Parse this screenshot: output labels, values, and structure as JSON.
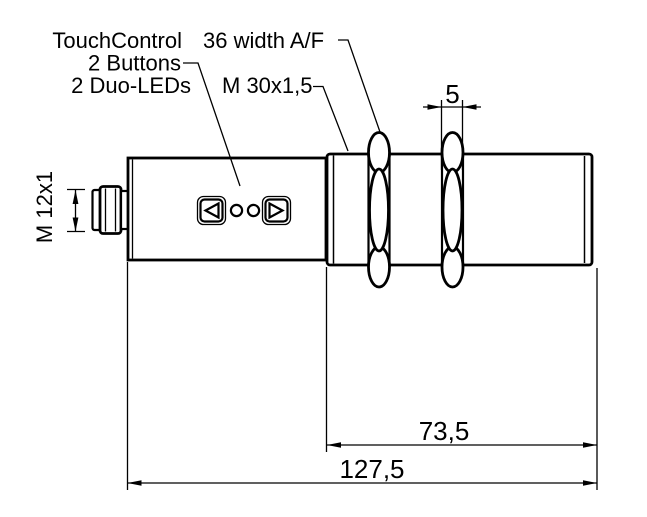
{
  "drawing": {
    "title": "Cylindrical M30 sensor dimensional drawing",
    "labels": {
      "touch_control": "TouchControl",
      "buttons": "2 Buttons",
      "duo_leds": "2 Duo-LEDs",
      "width_af": "36 width A/F",
      "thread": "M 30x1,5",
      "connector_thread": "M 12x1"
    },
    "dimensions": {
      "nut_width": "5",
      "thread_section_length": "73,5",
      "total_length": "127,5"
    },
    "icons": {
      "left_button": "left-arrow-button",
      "right_button": "right-arrow-button",
      "leds": "duo-led-indicators"
    },
    "colors": {
      "line": "#000000",
      "background": "#ffffff"
    }
  }
}
